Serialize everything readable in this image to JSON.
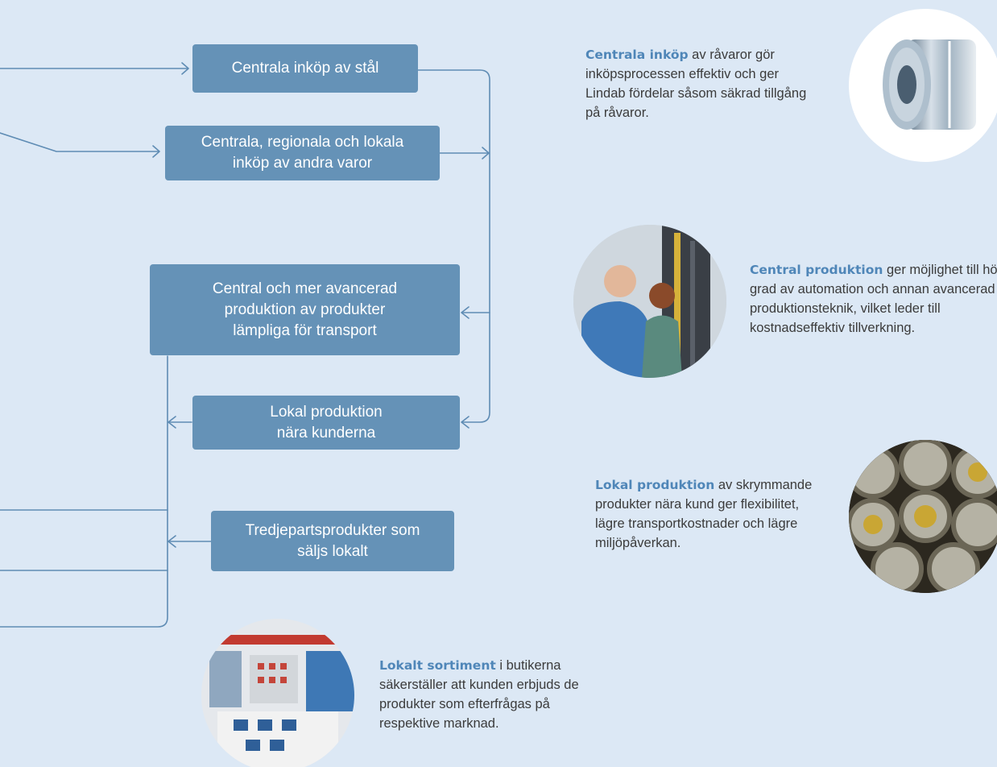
{
  "flow_boxes": {
    "steel": "Centrala inköp av stål",
    "other_goods": "Centrala, regionala och lokala\ninköp av andra varor",
    "central_production": "Central och mer avancerad\nproduktion av produkter\nlämpliga för transport",
    "local_production": "Lokal produktion\nnära kunderna",
    "third_party": "Tredjepartsprodukter som\nsäljs lokalt"
  },
  "notes": {
    "purchasing": {
      "highlight": "Centrala inköp",
      "text": " av råvaror gör inköpsprocessen effektiv och ger Lindab fördelar såsom säkrad tillgång på råvaror."
    },
    "central": {
      "highlight": "Central produktion",
      "text": " ger möjlighet till hög grad av automation och annan avancerad produktionsteknik, vilket leder till kostnadseffektiv tillverkning."
    },
    "local": {
      "highlight": "Lokal produktion",
      "text": " av skrym­mande produkter nära kund ger flexibilitet, lägre transportkost­nader och lägre miljöpåverkan."
    },
    "assortment": {
      "highlight": "Lokalt sortiment",
      "text": " i butikerna säkerställer att kunden erbjuds de produkter som efterfrågas på respektive marknad."
    }
  },
  "colors": {
    "background": "#dce8f5",
    "box": "#6592b7",
    "line": "#5f8cb4",
    "highlight": "#4f86b8"
  }
}
